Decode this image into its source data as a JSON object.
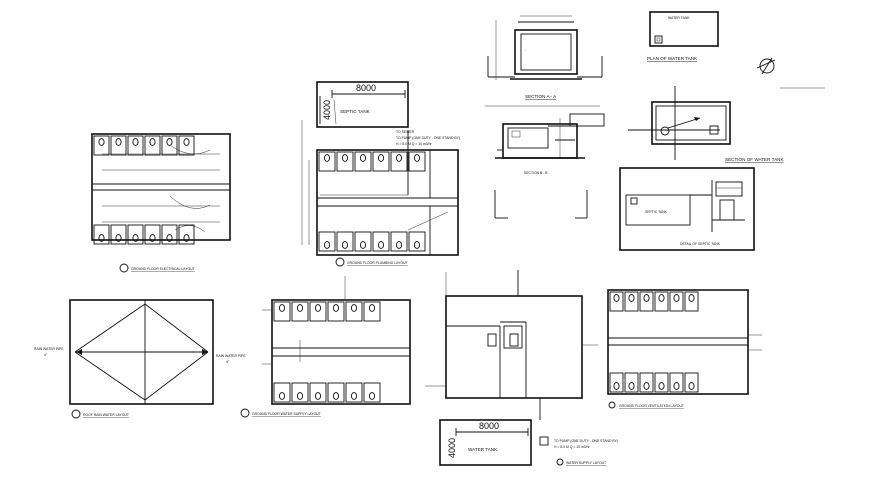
{
  "drawings": {
    "septic_tank": {
      "dim_length": "8000",
      "dim_width": "4000",
      "label": "SEPTIC TANK"
    },
    "water_tank_plan": {
      "dim_length": "8000",
      "dim_width": "4000",
      "label": "WATER TANK"
    },
    "water_tank_box_label": "WATER TANK",
    "plan_of_water_tank": "PLAN OF WATER TANK",
    "section_of_water_tank": "SECTION OF WATER TANK",
    "section_aa": "SECTION A - A",
    "section_bb": "SECTION B - B",
    "septic_tank_detail_label": "SEPTIC TANK",
    "detail_of_septic_tank": "DETAIL OF SEPTIC TANK",
    "sewer_note": "TO SEWER",
    "pump_note_1": "TO PUMP (ONE DUTY - ONE STAND BY)",
    "pump_note_2": "H = 8.0 M  Q = 10 m3/hr",
    "layout_titles": {
      "ground_floor_electrical": "GROUND FLOOR ELECTRICAL LAYOUT",
      "ground_floor_plumbing": "GROUND FLOOR PLUMBING LAYOUT",
      "roof_rain_water": "ROOF RAIN WATER LAYOUT",
      "ground_floor_water_supply": "GROUND FLOOR WATER SUPPLY LAYOUT",
      "ground_floor_ventilation": "GROUND FLOOR VENTILATION LAYOUT",
      "water_supply_layout": "WATER SUPPLY LAYOUT"
    },
    "rain_water_pipe": "RAIN WATER PIPE",
    "rain_water_pipe_size": "4\""
  }
}
